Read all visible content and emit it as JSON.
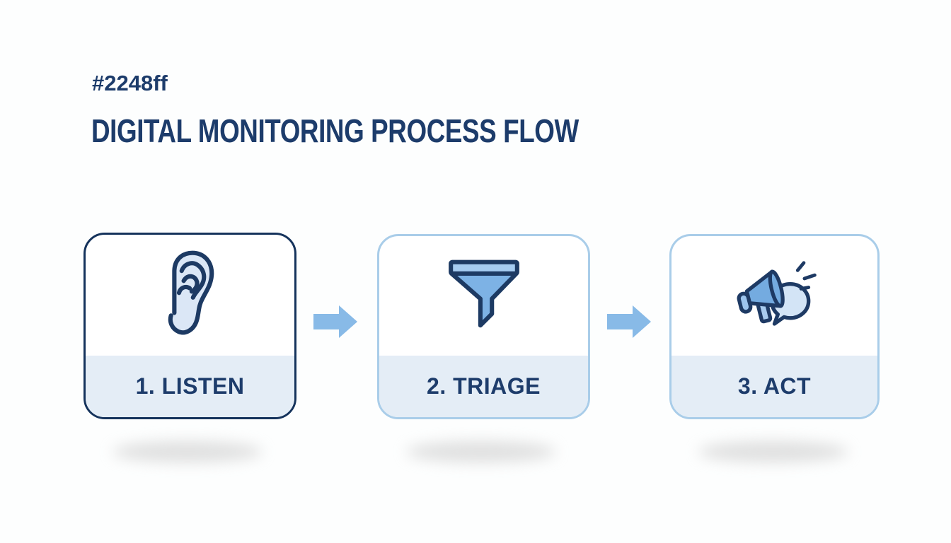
{
  "page": {
    "background_color": "#fdfefe"
  },
  "header": {
    "color_code": "#2248ff",
    "title": "DIGITAL MONITORING PROCESS FLOW",
    "text_color": "#1d3c6b"
  },
  "flow": {
    "steps": [
      {
        "label": "1. LISTEN",
        "icon": "ear-icon",
        "border_color": "#15335c"
      },
      {
        "label": "2. TRIAGE",
        "icon": "funnel-icon",
        "border_color": "#a9cde9"
      },
      {
        "label": "3. ACT",
        "icon": "megaphone-icon",
        "border_color": "#a9cde9"
      }
    ],
    "connector": "arrow-right",
    "colors": {
      "label_band_background": "#e4edf6",
      "label_text": "#1d3c6b",
      "arrow_fill": "#88bae7",
      "icon_stroke": "#1d3a63",
      "icon_fill_light": "#d9e6f6",
      "icon_fill_medium": "#7db2e5",
      "card_background": "#ffffff"
    }
  }
}
